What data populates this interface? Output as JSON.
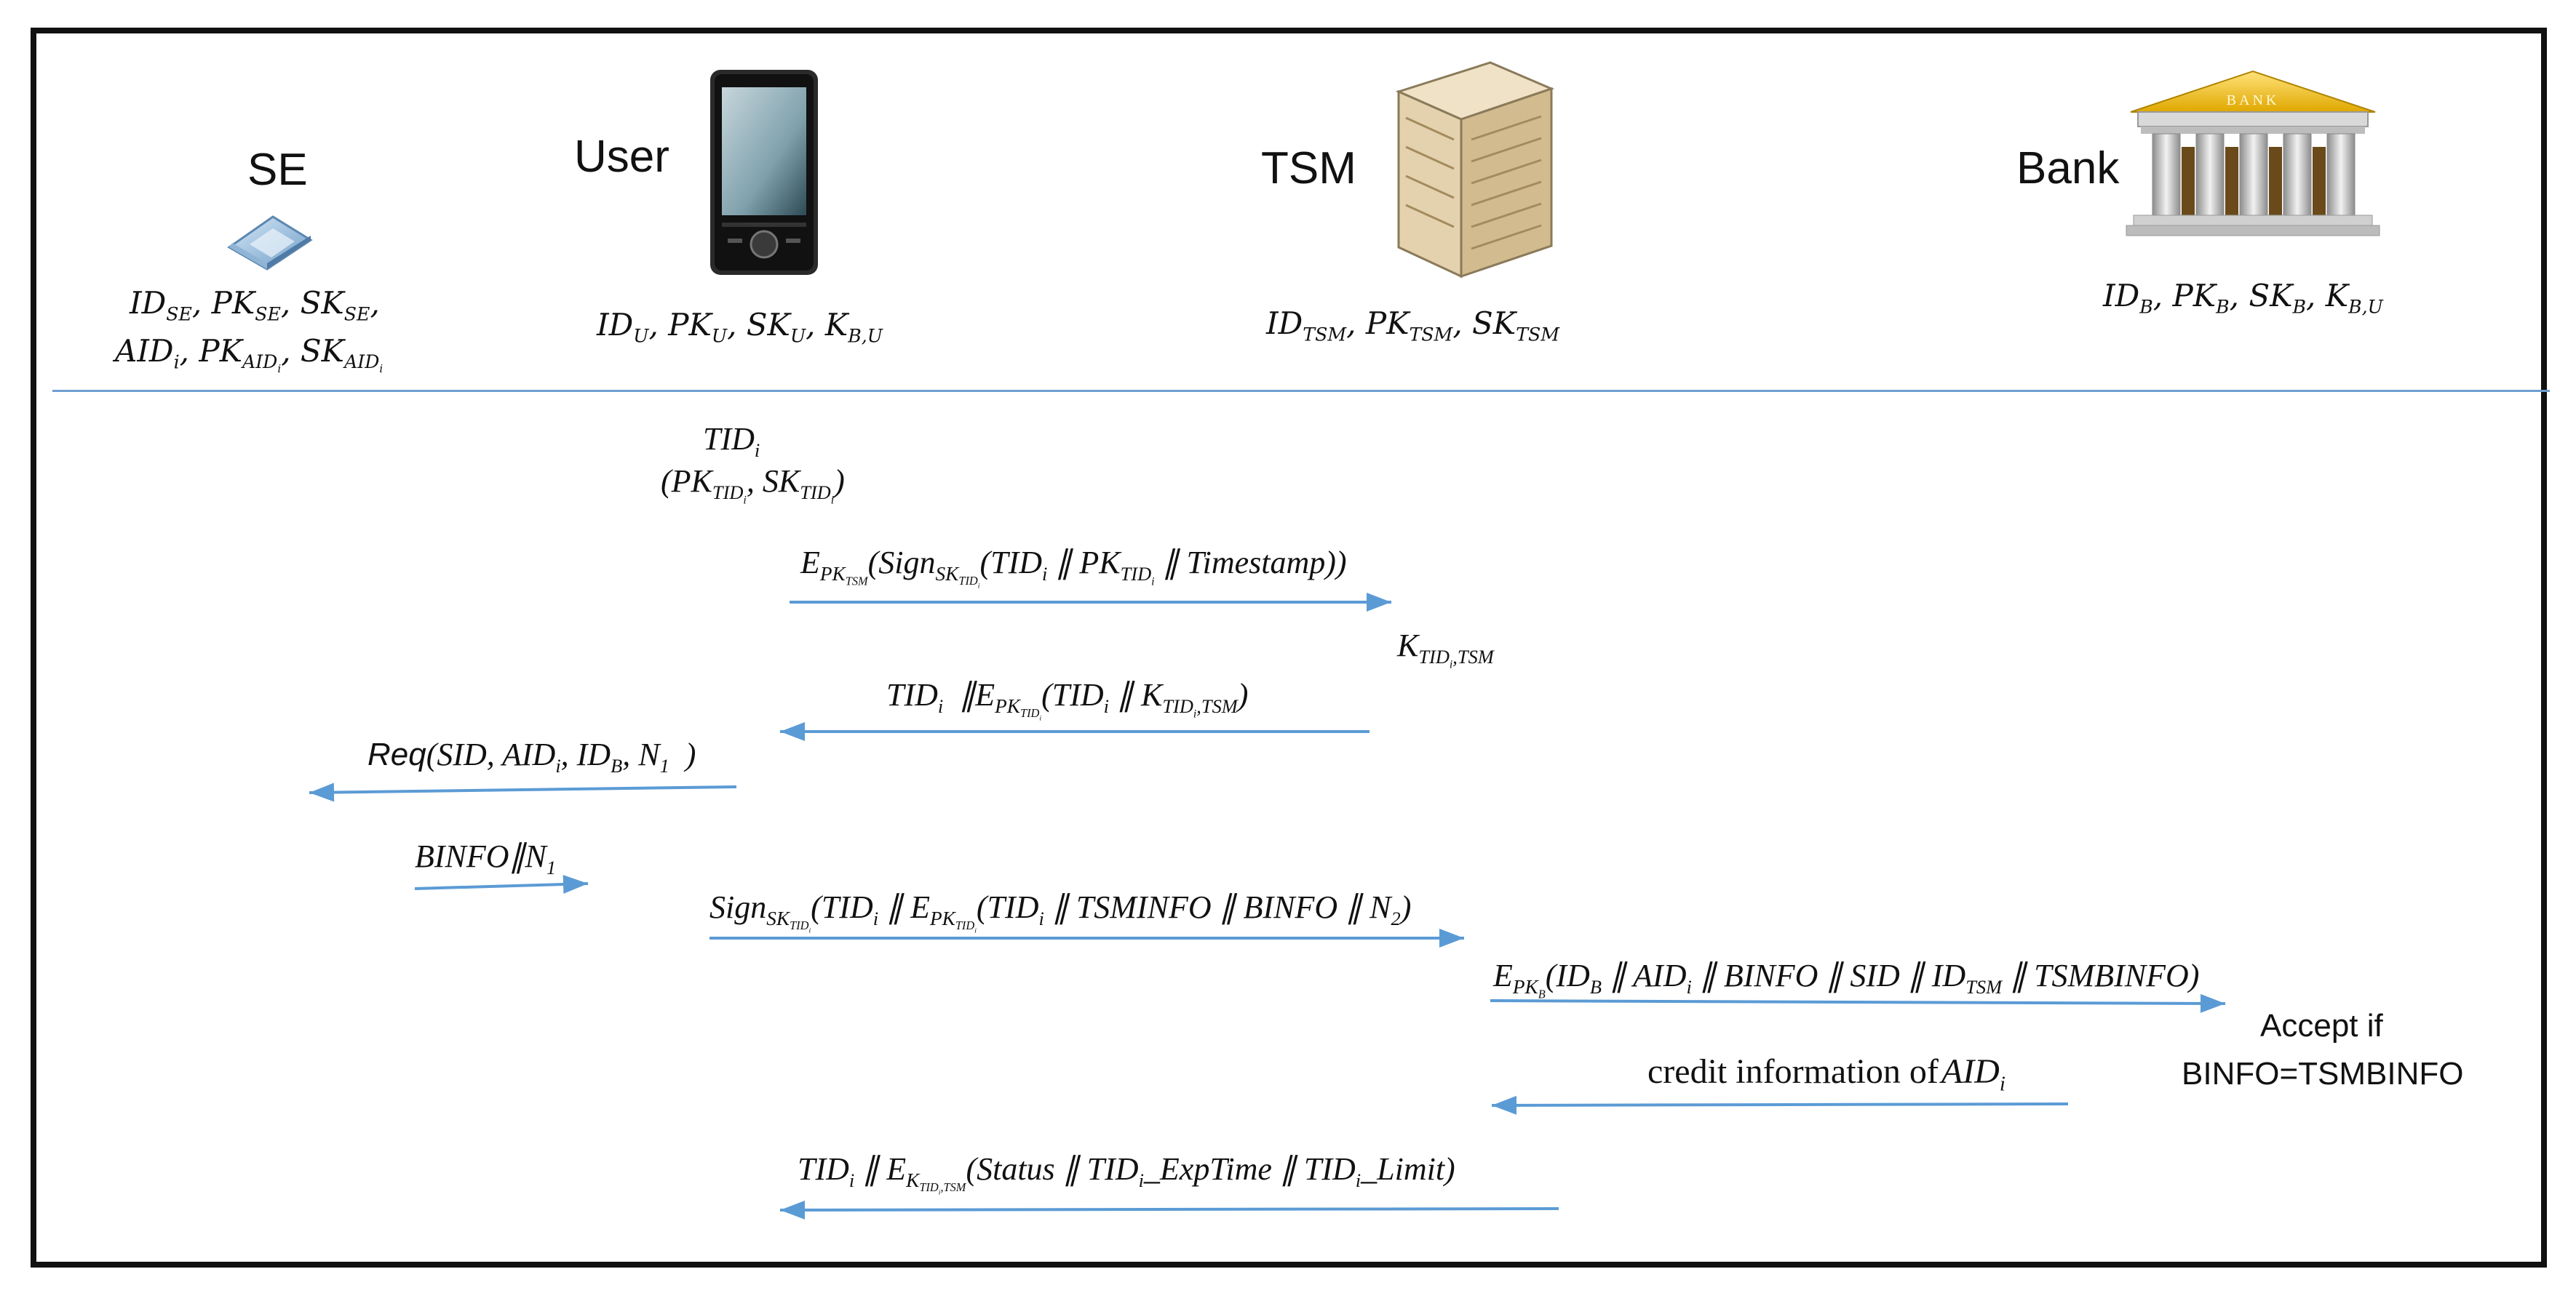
{
  "entities": {
    "se": {
      "name": "SE",
      "keys_line1": "ID_SE, PK_SE, SK_SE,",
      "keys_line2": "AID_i, PK_AID_i, SK_AID_i",
      "icon": "chip-icon"
    },
    "user": {
      "name": "User",
      "keys": "ID_U, PK_U, SK_U, K_B,U",
      "icon": "smartphone-icon"
    },
    "tsm": {
      "name": "TSM",
      "keys": "ID_TSM, PK_TSM, SK_TSM",
      "icon": "server-icon"
    },
    "bank": {
      "name": "Bank",
      "keys": "ID_B, PK_B, SK_B, K_B,U",
      "icon": "bank-building-icon",
      "sign": "BANK"
    }
  },
  "user_generation": {
    "line1": "TID_i",
    "line2": "(PK_TID_i, SK_TID_i)"
  },
  "tsm_derived_key": "K_TID_i,TSM",
  "messages": [
    {
      "id": "m1",
      "from": "User",
      "to": "TSM",
      "label": "E_PK_TSM(Sign_SK_TID_i(TID_i ∥ PK_TID_i ∥ Timestamp))"
    },
    {
      "id": "m2",
      "from": "TSM",
      "to": "User",
      "label": "TID_i ∥E_PK_TID_i(TID_i ∥ K_TID_i,TSM)"
    },
    {
      "id": "m3",
      "from": "User",
      "to": "SE",
      "label_prefix": "Req",
      "label": "Req(SID, AID_i, ID_B, N_1 )"
    },
    {
      "id": "m4",
      "from": "SE",
      "to": "User",
      "label": "BINFO∥N_1"
    },
    {
      "id": "m5",
      "from": "User",
      "to": "TSM",
      "label": "Sign_SK_TID_i(TID_i ∥ E_PK_TID_i(TID_i ∥ TSMINFO ∥ BINFO ∥ N_2)"
    },
    {
      "id": "m6",
      "from": "TSM",
      "to": "Bank",
      "label": "E_PK_B(ID_B ∥ AID_i ∥ BINFO ∥ SID ∥ ID_TSM ∥ TSMBINFO)"
    },
    {
      "id": "m7",
      "from": "Bank",
      "to": "TSM",
      "label_text": "credit information of",
      "label_var": "AID_i"
    },
    {
      "id": "m8",
      "from": "TSM",
      "to": "User",
      "label": "TID_i ∥ E_K_TID_i,TSM(Status ∥ TID_i_ExpTime ∥ TID_i_Limit)"
    }
  ],
  "bank_check": {
    "line1": "Accept if",
    "line2": "BINFO=TSMBINFO"
  },
  "colors": {
    "arrow": "#5b9bd5",
    "divider": "#6f9fd0",
    "frame": "#111111",
    "bank_roof": "#f2c200"
  }
}
